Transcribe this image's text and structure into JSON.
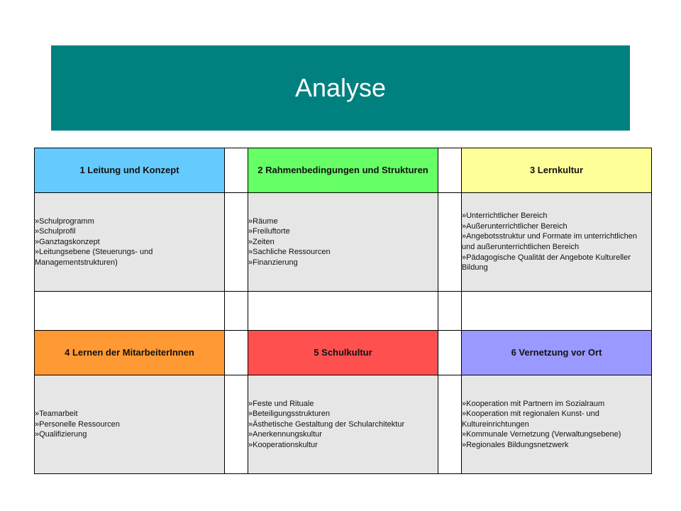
{
  "title": "Analyse",
  "colors": {
    "banner": "#018080",
    "box1": "#65CBFE",
    "box2": "#66FF66",
    "box3": "#FFFF99",
    "box4": "#FF9933",
    "box5": "#FF5050",
    "box6": "#9999FF",
    "content_bg": "#E6E6E6"
  },
  "boxes": [
    {
      "header": "1 Leitung und Konzept",
      "items": [
        "»Schulprogramm",
        "»Schulprofil",
        "»Ganztagskonzept",
        "»Leitungsebene (Steuerungs- und Managementstrukturen)"
      ]
    },
    {
      "header": "2 Rahmenbedingungen und Strukturen",
      "items": [
        "»Räume",
        "»Freiluftorte",
        "»Zeiten",
        "»Sachliche Ressourcen",
        "»Finanzierung"
      ]
    },
    {
      "header": "3 Lernkultur",
      "items": [
        "»Unterrichtlicher Bereich",
        "»Außerunterrichtlicher Bereich",
        "»Angebotsstruktur und Formate im unterrichtlichen und außerunterrichtlichen Bereich",
        "»Pädagogische Qualität der Angebote Kultureller Bildung"
      ]
    },
    {
      "header": "4 Lernen der MitarbeiterInnen",
      "items": [
        "»Teamarbeit",
        "»Personelle Ressourcen",
        "»Qualifizierung"
      ]
    },
    {
      "header": "5 Schulkultur",
      "items": [
        "»Feste und Rituale",
        "»Beteiligungsstrukturen",
        "»Ästhetische Gestaltung der Schularchitektur",
        "»Anerkennungskultur",
        "»Kooperationskultur"
      ]
    },
    {
      "header": "6 Vernetzung vor Ort",
      "items": [
        "»Kooperation mit Partnern im Sozialraum",
        "»Kooperation mit regionalen Kunst- und Kultureinrichtungen",
        "»Kommunale Vernetzung (Verwaltungsebene)",
        "»Regionales Bildungsnetzwerk"
      ]
    }
  ]
}
